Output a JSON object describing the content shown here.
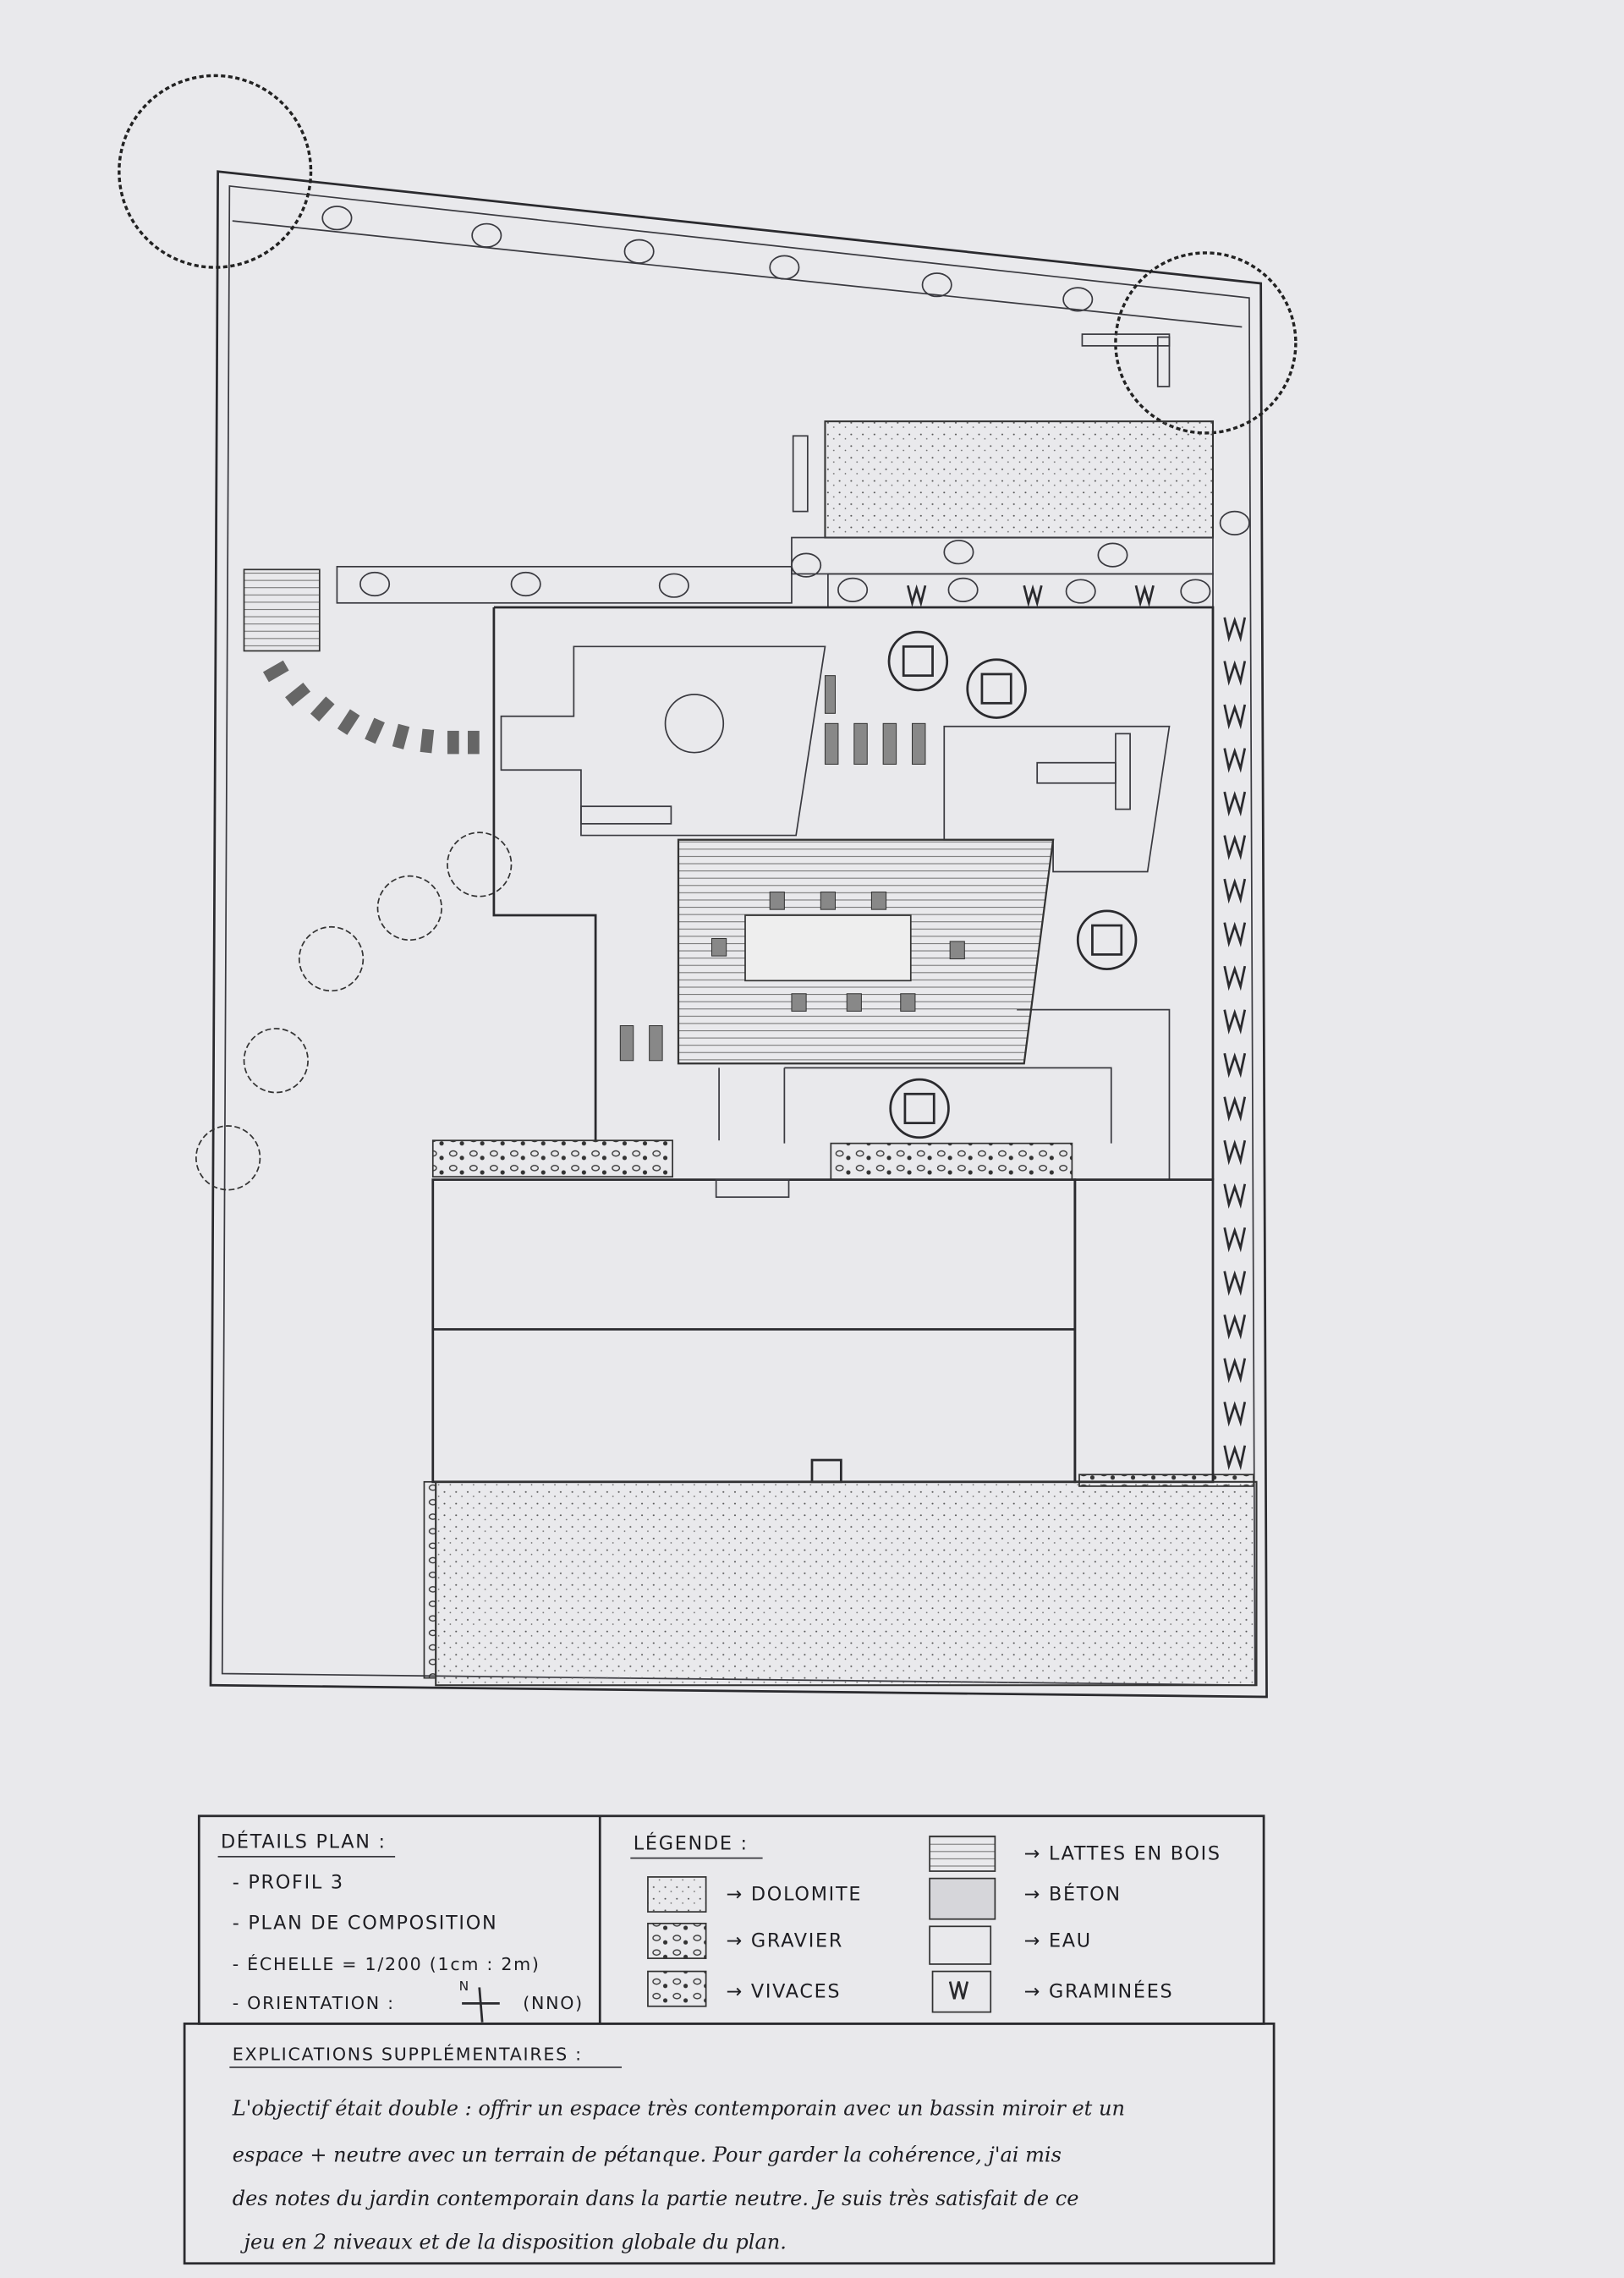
{
  "details": {
    "title": "DÉTAILS PLAN :",
    "items": [
      "- PROFIL 3",
      "- PLAN DE COMPOSITION",
      "- ÉCHELLE = 1/200 (1cm : 2m)",
      "- ORIENTATION :",
      "(NNO)"
    ],
    "north_label": "N"
  },
  "legend": {
    "title": "LÉGENDE :",
    "entries": [
      {
        "label": "→ DOLOMITE",
        "pattern": "dolomite"
      },
      {
        "label": "→ GRAVIER",
        "pattern": "gravel"
      },
      {
        "label": "→ VIVACES",
        "pattern": "perennials"
      },
      {
        "label": "→ LATTES EN BOIS",
        "pattern": "wood-slats"
      },
      {
        "label": "→ BÉTON",
        "pattern": "concrete"
      },
      {
        "label": "→ EAU",
        "pattern": "water"
      },
      {
        "label": "→ GRAMINÉES",
        "pattern": "grasses"
      }
    ]
  },
  "explanations": {
    "title": "EXPLICATIONS SUPPLÉMENTAIRES :",
    "lines": [
      "L'objectif était double : offrir un espace très contemporain avec un bassin miroir et un",
      "espace + neutre avec un terrain de pétanque. Pour garder la cohérence, j'ai mis",
      "des notes du jardin contemporain dans la partie neutre. Je suis très satisfait de ce",
      "jeu en 2 niveaux et de la disposition globale du plan."
    ]
  },
  "colors": {
    "paper": "#e9e9ec",
    "ink": "#2a2a2e"
  }
}
